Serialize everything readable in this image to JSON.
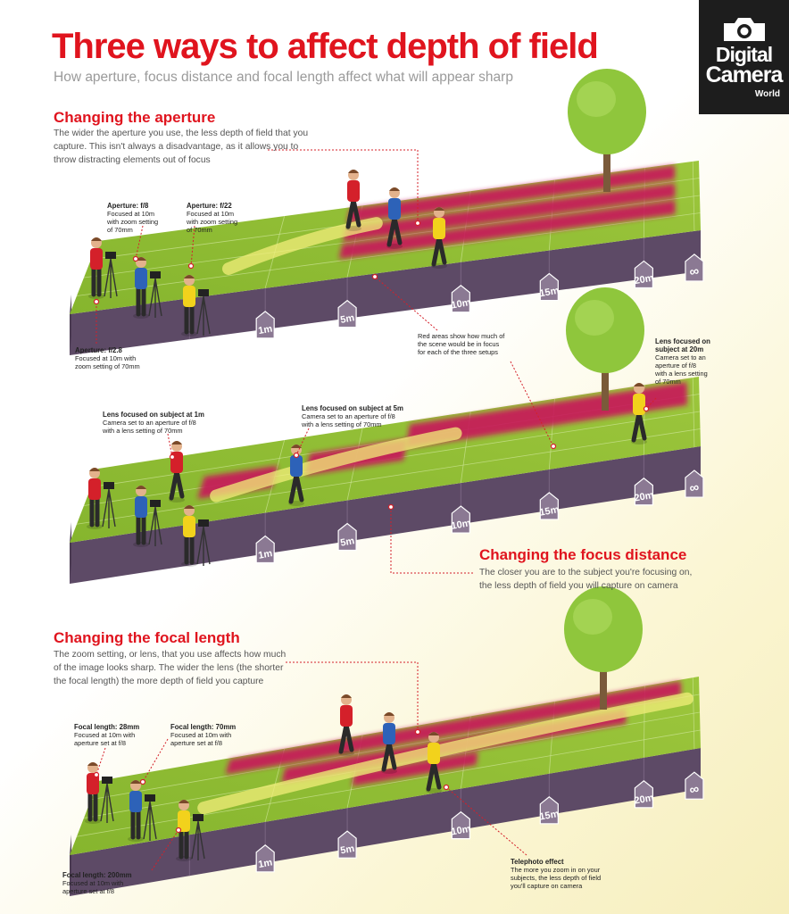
{
  "header": {
    "title": "Three ways to affect depth of field",
    "subtitle": "How aperture, focus distance and focal length affect what will appear sharp"
  },
  "logo": {
    "line1": "Digital",
    "line2": "Camera",
    "line3": "World"
  },
  "distance_markers": [
    "1m",
    "5m",
    "10m",
    "15m",
    "20m",
    "∞"
  ],
  "sections": {
    "aperture": {
      "heading": "Changing the aperture",
      "text": "The wider the aperture you use, the less depth of field that you capture. This isn't always a disadvantage, as it allows you to throw distracting elements out of focus",
      "labels": {
        "f8": {
          "title": "Aperture: f/8",
          "body": "Focused at 10m\nwith zoom setting\nof 70mm"
        },
        "f22": {
          "title": "Aperture: f/22",
          "body": "Focused at 10m\nwith zoom setting\nof 70mm"
        },
        "f28": {
          "title": "Aperture: f/2.8",
          "body": "Focused at 10m with\nzoom setting of 70mm"
        },
        "red_areas": "Red areas show how much of\nthe scene would be in focus\nfor each of the three setups"
      }
    },
    "focus": {
      "heading": "Changing the focus distance",
      "text": "The closer you are to the subject you're focusing on, the less depth of field you will capture on camera",
      "labels": {
        "m1": {
          "title": "Lens focused on subject at 1m",
          "body": "Camera set to an aperture of f/8\nwith a lens setting of 70mm"
        },
        "m5": {
          "title": "Lens focused on subject at 5m",
          "body": "Camera set to an aperture of f/8\nwith a lens setting of 70mm"
        },
        "m20": {
          "title": "Lens focused on\nsubject at 20m",
          "body": "Camera set to an\naperture of f/8\nwith a lens setting\nof 70mm"
        }
      }
    },
    "focal": {
      "heading": "Changing the focal length",
      "text": "The zoom setting, or lens, that you use affects how much of the image looks sharp. The wider the lens (the shorter the focal length) the more depth of field you capture",
      "labels": {
        "mm28": {
          "title": "Focal length: 28mm",
          "body": "Focused at 10m with\naperture set at f/8"
        },
        "mm70": {
          "title": "Focal length: 70mm",
          "body": "Focused at 10m with\naperture set at f/8"
        },
        "mm200": {
          "title": "Focal length: 200mm",
          "body": "Focused at 10m with\naperture set at f/8"
        },
        "telephoto": {
          "title": "Telephoto effect",
          "body": "The more you zoom in on your\nsubjects, the less depth of field\nyou'll capture on camera"
        }
      }
    }
  },
  "colors": {
    "title_red": "#e0141e",
    "grass": "#9cc63c",
    "grass_dark": "#86b52e",
    "side": "#5d4a66",
    "focus_red": "#c8185a",
    "beam": "#f2ee7a",
    "tree": "#8fc63c",
    "shirt_red": "#d4202a",
    "shirt_blue": "#2d62b8",
    "shirt_yellow": "#f2d21c",
    "leader": "#d4202a"
  }
}
